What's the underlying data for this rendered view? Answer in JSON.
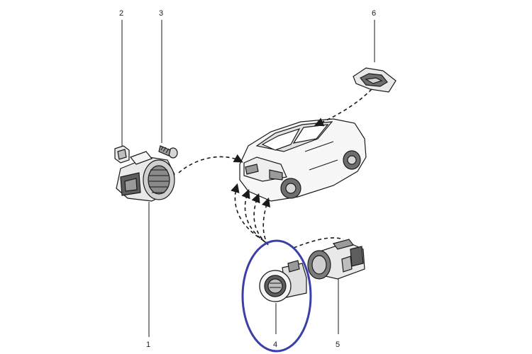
{
  "callouts": [
    {
      "number": "1",
      "part": "speaker-module"
    },
    {
      "number": "2",
      "part": "clip-nut"
    },
    {
      "number": "3",
      "part": "screw"
    },
    {
      "number": "4",
      "part": "sensor-bezel-ring"
    },
    {
      "number": "5",
      "part": "parking-sensor"
    },
    {
      "number": "6",
      "part": "sensor-bracket"
    }
  ],
  "highlight": {
    "target_part": "sensor-bezel-ring",
    "color": "#3b3fa8"
  },
  "colors": {
    "line": "#1a1a1a",
    "part_fill": "#e9e9e9",
    "part_dark": "#7a7a7a"
  }
}
